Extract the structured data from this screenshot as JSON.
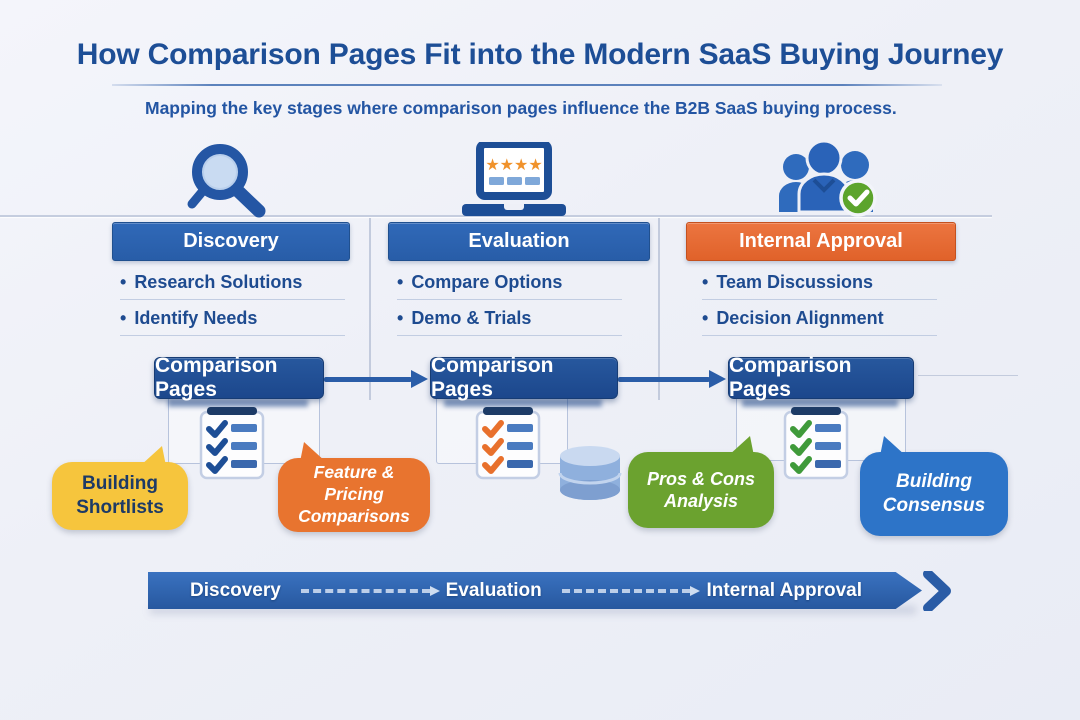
{
  "header": {
    "title": "How Comparison Pages Fit into the Modern SaaS Buying Journey",
    "subtitle": "Mapping the key stages where comparison pages influence the B2B SaaS buying process."
  },
  "stages": [
    {
      "label": "Discovery",
      "icon": "magnifier-icon",
      "header_color": "#2a63b0",
      "bullets": [
        "Research Solutions",
        "Identify Needs"
      ],
      "comparison_box_label": "Comparison Pages",
      "checklist_check_color": "#1d4e96"
    },
    {
      "label": "Evaluation",
      "icon": "laptop-rating-icon",
      "header_color": "#2a63b0",
      "bullets": [
        "Compare Options",
        "Demo & Trials"
      ],
      "comparison_box_label": "Comparison Pages",
      "checklist_check_color": "#e8702c"
    },
    {
      "label": "Internal Approval",
      "icon": "team-approval-icon",
      "header_color": "#e4682f",
      "bullets": [
        "Team Discussions",
        "Decision Alignment"
      ],
      "comparison_box_label": "Comparison Pages",
      "checklist_check_color": "#3f9a3a"
    }
  ],
  "bubbles": [
    {
      "label": "Building Shortlists",
      "color": "#f6c53d",
      "text_color": "#1d3a66"
    },
    {
      "label": "Feature & Pricing Comparisons",
      "color": "#e8742f",
      "text_color": "#ffffff"
    },
    {
      "label": "Pros & Cons Analysis",
      "color": "#6ba22f",
      "text_color": "#ffffff"
    },
    {
      "label": "Building Consensus",
      "color": "#2d74c8",
      "text_color": "#ffffff"
    }
  ],
  "timeline": {
    "stages": [
      "Discovery",
      "Evaluation",
      "Internal Approval"
    ],
    "bar_color": "#2e64ad"
  },
  "colors": {
    "background": "#eef0f7",
    "title_blue": "#1d4e96",
    "accent_blue": "#2a63b0",
    "accent_orange": "#e4682f",
    "box_navy": "#1e4f97",
    "check_green": "#5ca42c",
    "star_orange": "#f0922b"
  }
}
